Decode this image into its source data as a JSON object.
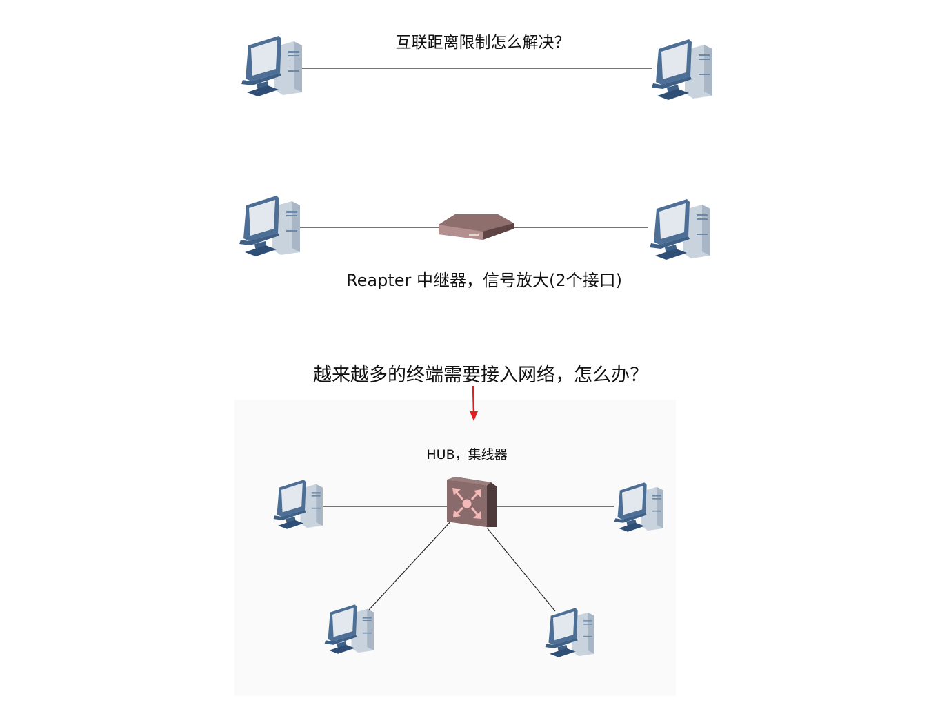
{
  "section1": {
    "question": "互联距离限制怎么解决？"
  },
  "section2": {
    "caption": "Reapter 中继器，信号放大(2个接口)"
  },
  "section3": {
    "question": "越来越多的终端需要接入网络，怎么办？",
    "hub_label": "HUB，集线器"
  },
  "colors": {
    "arrow": "#e02020",
    "line": "#222222",
    "device": "#8a6b6b"
  }
}
